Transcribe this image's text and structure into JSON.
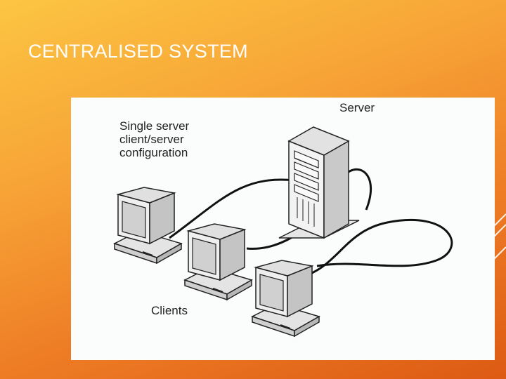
{
  "slide": {
    "title": "CENTRALISED SYSTEM"
  },
  "diagram": {
    "server_label": "Server",
    "config_label_lines": [
      "Single server",
      "client/server",
      "configuration"
    ],
    "clients_label": "Clients",
    "client_count": 3
  },
  "colors": {
    "background_top": "#fcc542",
    "background_bottom": "#dd5a14",
    "title": "#ffffff",
    "figure_background": "#fbfdfd"
  }
}
